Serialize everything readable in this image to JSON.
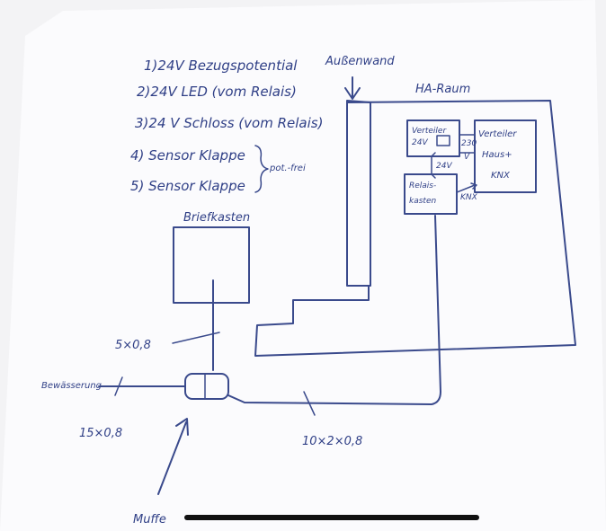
{
  "legend": {
    "item1": "1)24V Bezugspotential",
    "item2": "2)24V LED (vom Relais)",
    "item3": "3)24 V Schloss (vom Relais)",
    "item4": "4) Sensor Klappe",
    "item5": "5) Sensor Klappe",
    "brace_note": "pot.-frei"
  },
  "labels": {
    "aussenwand": "Außenwand",
    "ha_raum": "HA-Raum",
    "briefkasten": "Briefkasten",
    "verteiler_24v_l1": "Verteiler",
    "verteiler_24v_l2": "24V",
    "verteiler_haus_l1": "Verteiler",
    "verteiler_haus_l2": "Haus+",
    "verteiler_haus_l3": "KNX",
    "relais_l1": "Relais-",
    "relais_l2": "kasten",
    "wire_24v": "24V",
    "wire_230v_l1": "230",
    "wire_230v_l2": "V",
    "wire_knx": "KNX",
    "cable_5x08": "5×0,8",
    "bewasserung": "Bewässerung",
    "cable_15x08": "15×0,8",
    "cable_10x2x08": "10×2×0,8",
    "muffe": "Muffe"
  }
}
